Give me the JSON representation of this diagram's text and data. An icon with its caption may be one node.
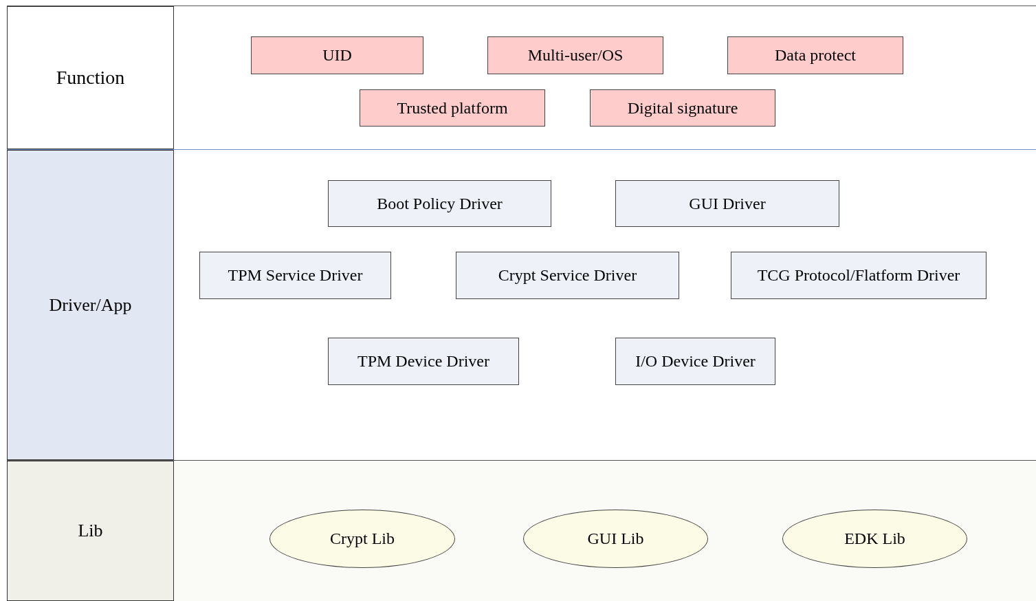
{
  "diagram": {
    "nodes": [
      {
        "text": [
          "Function"
        ]
      },
      {
        "text": [
          "UID"
        ],
        "in": 0
      },
      {
        "text": [
          "Multi-user/OS"
        ],
        "in": 0
      },
      {
        "text": [
          "Data protect"
        ],
        "in": 0
      },
      {
        "text": [
          "Trusted platform"
        ],
        "in": 0
      },
      {
        "text": [
          "Digital signature"
        ],
        "in": 0
      },
      {
        "text": [
          "Driver/App"
        ]
      },
      {
        "text": [
          "Boot Policy Driver"
        ],
        "in": 6
      },
      {
        "text": [
          "GUI Driver"
        ],
        "in": 6
      },
      {
        "text": [
          "TPM Service Driver"
        ],
        "in": 6
      },
      {
        "text": [
          "Crypt Service Driver"
        ],
        "in": 6
      },
      {
        "text": [
          "TCG Protocol/Flatform Driver"
        ],
        "in": 6
      },
      {
        "text": [
          "TPM Device Driver"
        ],
        "in": 6
      },
      {
        "text": [
          "I/O Device Driver"
        ],
        "in": 6
      },
      {
        "text": [
          "Lib"
        ]
      },
      {
        "text": [
          "Crypt Lib"
        ],
        "in": 14
      },
      {
        "text": [
          "GUI Lib"
        ],
        "in": 14
      },
      {
        "text": [
          "EDK Lib"
        ],
        "in": 14
      }
    ]
  }
}
